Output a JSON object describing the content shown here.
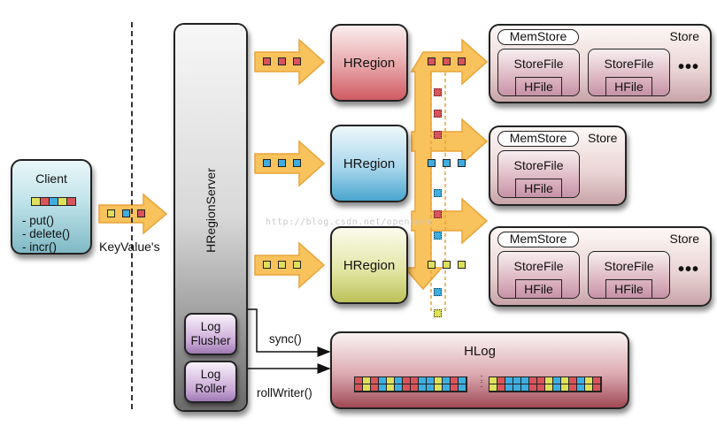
{
  "diagram": {
    "client": {
      "title": "Client",
      "keyvalue_colors": [
        "yellow",
        "red",
        "blue",
        "yellow",
        "red"
      ],
      "methods": [
        "- put()",
        "- delete()",
        "- incr()"
      ]
    },
    "keyvalue_arrow": {
      "label": "KeyValue's",
      "colors": [
        "yellow",
        "blue",
        "red"
      ]
    },
    "region_server": {
      "title": "HRegionServer",
      "log_flusher": [
        "Log",
        "Flusher"
      ],
      "log_roller": [
        "Log",
        "Roller"
      ]
    },
    "regions": [
      {
        "label": "HRegion",
        "color": "red",
        "store": {
          "memstore": "MemStore",
          "label": "Store",
          "storefiles": [
            {
              "label": "StoreFile",
              "hfile": "HFile"
            },
            {
              "label": "StoreFile",
              "hfile": "HFile"
            }
          ],
          "more": "•••"
        }
      },
      {
        "label": "HRegion",
        "color": "blue",
        "store": {
          "memstore": "MemStore",
          "label": "Store",
          "storefiles": [
            {
              "label": "StoreFile",
              "hfile": "HFile"
            }
          ],
          "more": ""
        }
      },
      {
        "label": "HRegion",
        "color": "yellow",
        "store": {
          "memstore": "MemStore",
          "label": "Store",
          "storefiles": [
            {
              "label": "StoreFile",
              "hfile": "HFile"
            },
            {
              "label": "StoreFile",
              "hfile": "HFile"
            }
          ],
          "more": "•••"
        }
      }
    ],
    "wal_pipe_colors": [
      "red",
      "red",
      "red",
      "blue",
      "red",
      "blue",
      "blue",
      "yellow"
    ],
    "hlog": {
      "title": "HLog",
      "entries_left": [
        "red",
        "yellow",
        "red",
        "blue",
        "yellow",
        "blue",
        "red",
        "red",
        "blue",
        "blue",
        "yellow",
        "blue",
        "red",
        "blue"
      ],
      "entries_right": [
        "yellow",
        "red",
        "blue",
        "blue",
        "blue",
        "red",
        "red",
        "yellow",
        "blue",
        "yellow",
        "red",
        "blue",
        "yellow",
        "red"
      ],
      "gap": ": :"
    },
    "edges": {
      "sync": "sync()",
      "roll_writer": "rollWriter()"
    },
    "watermark": "http://blog.csdn.net/opensure"
  },
  "colors": {
    "red": "#d9535a",
    "blue": "#3eaee0",
    "yellow": "#dfe05a",
    "arrow_fill": "#f8c25c",
    "arrow_stroke": "#e9a33a"
  }
}
